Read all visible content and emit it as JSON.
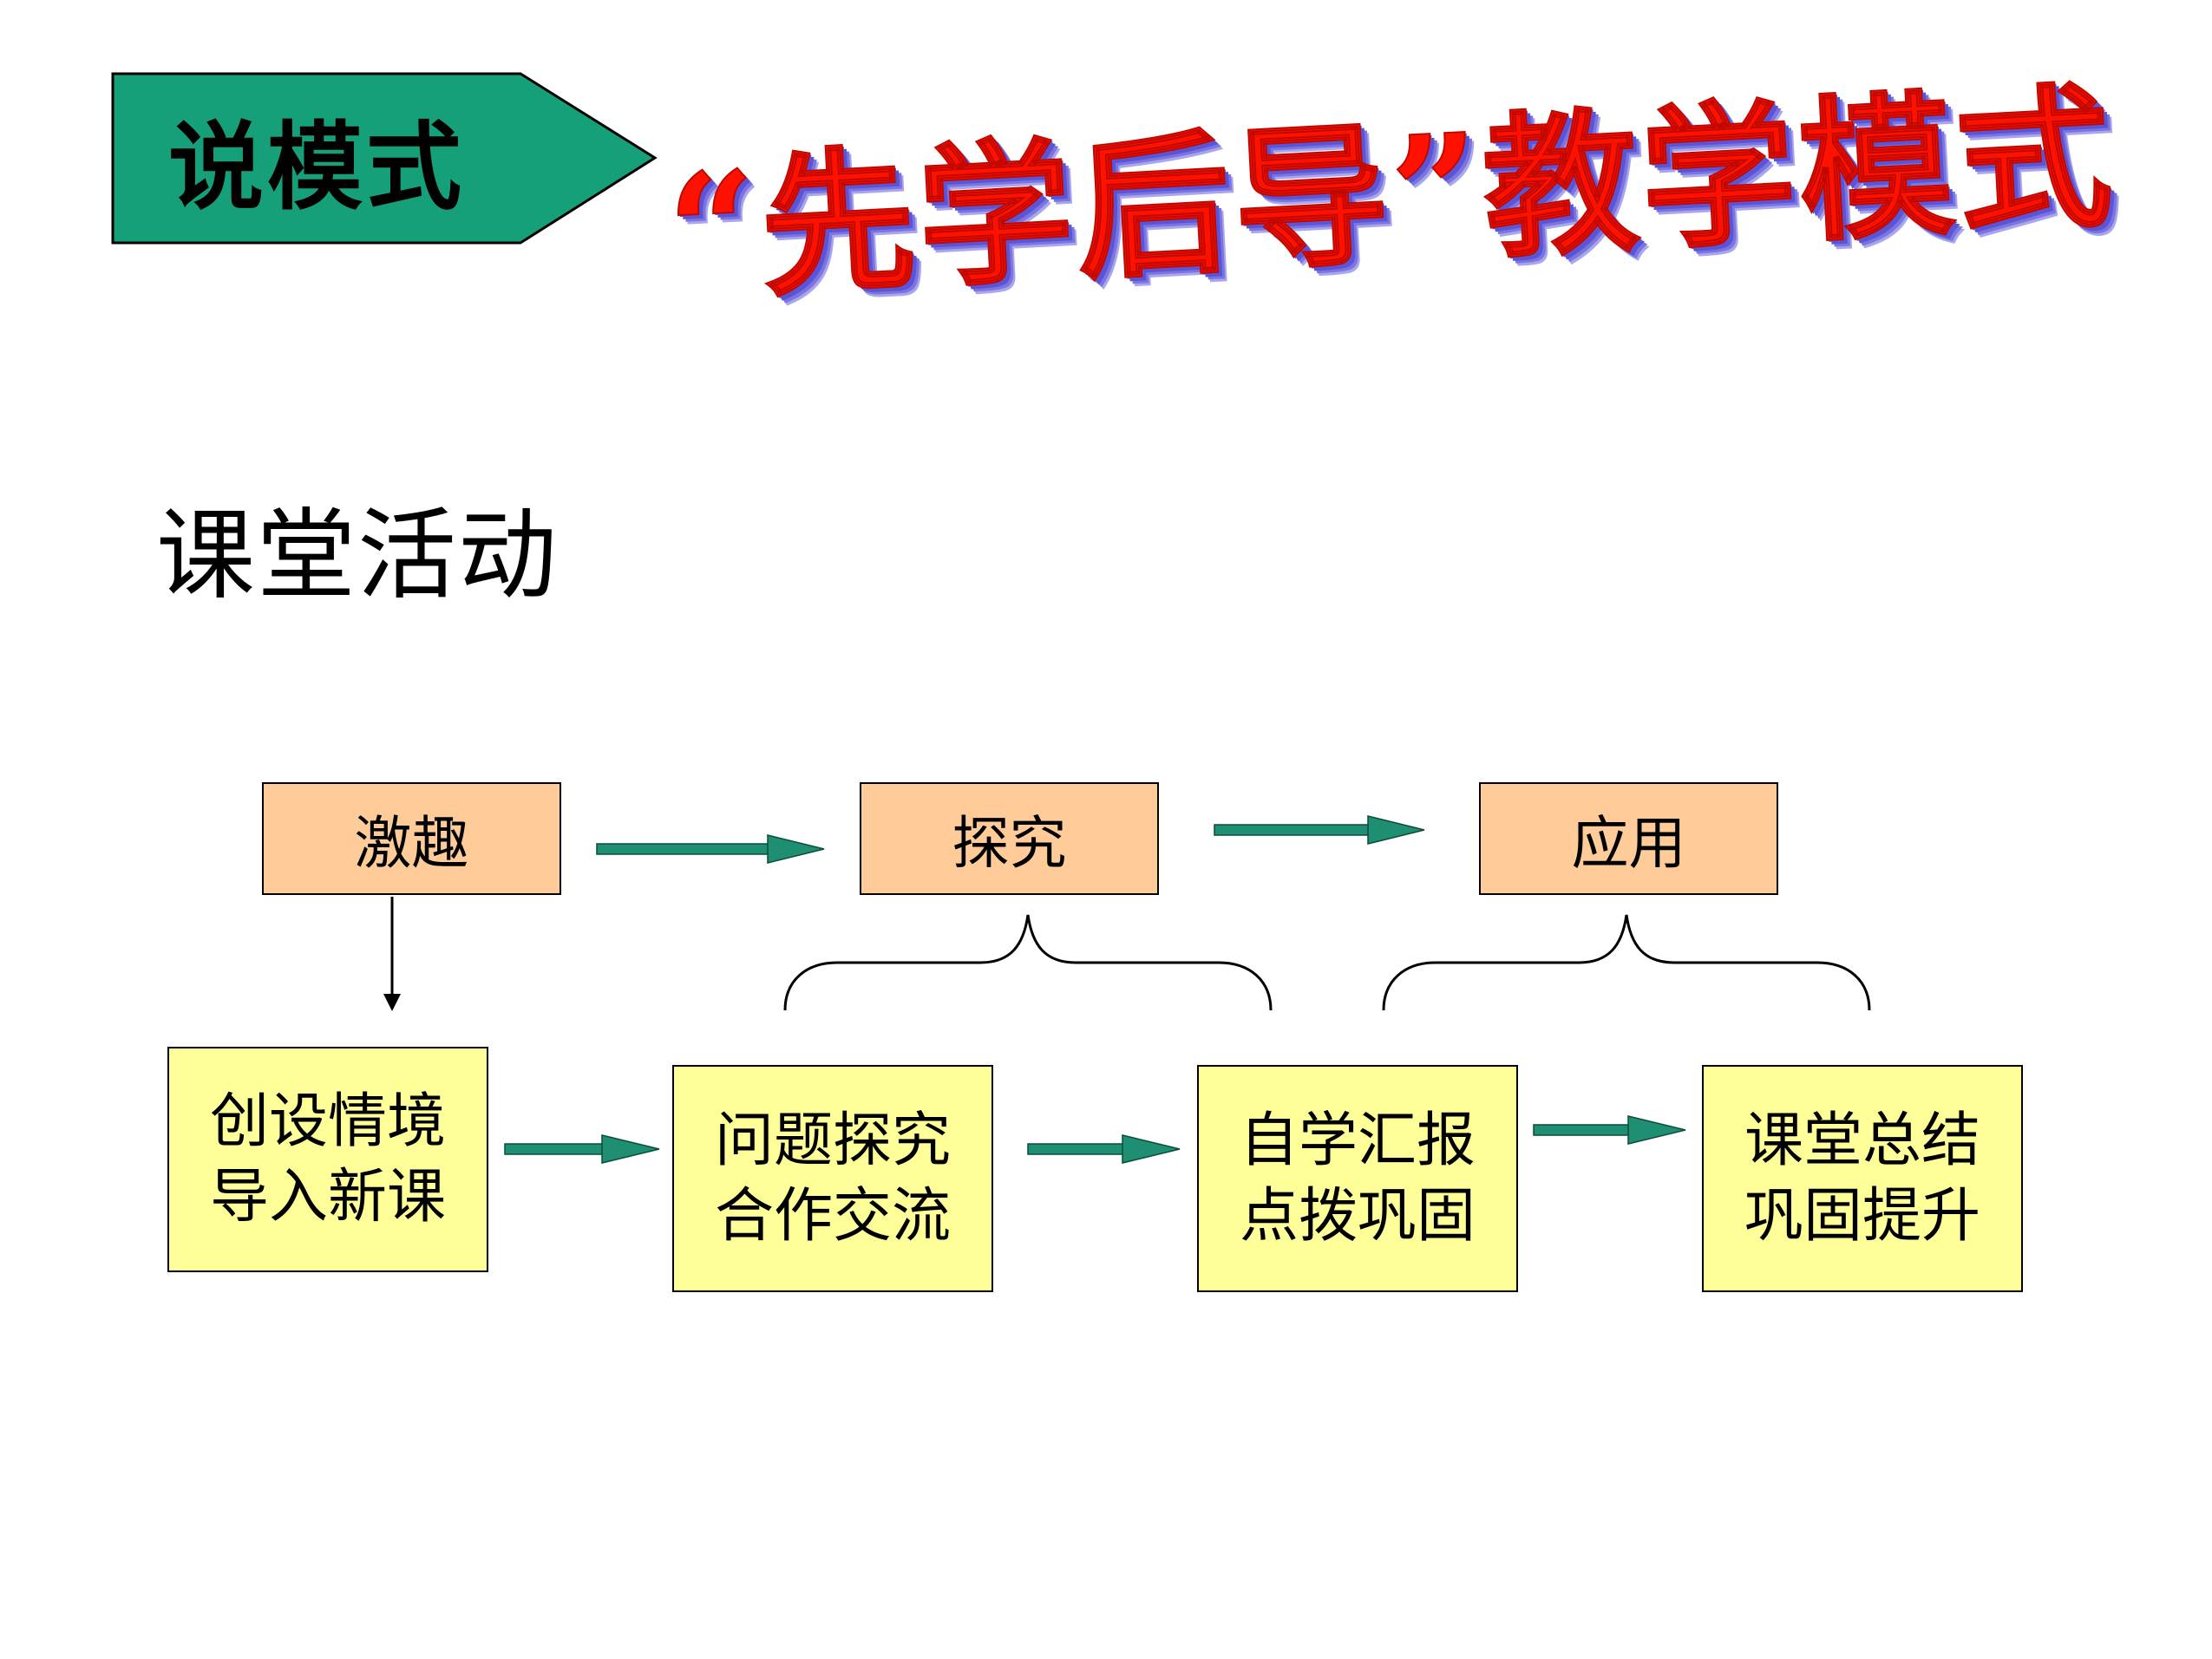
{
  "header": {
    "tag_label": "说模式",
    "main_title": "“先学后导”教学模式",
    "tag_color": "#16a07a",
    "title_color": "#ff1100"
  },
  "section_heading": "课堂活动",
  "stages": [
    {
      "label": "激趣"
    },
    {
      "label": "探究"
    },
    {
      "label": "应用"
    }
  ],
  "steps": [
    {
      "line1": "创设情境",
      "line2": "导入新课"
    },
    {
      "line1": "问题探究",
      "line2": "合作交流"
    },
    {
      "line1": "自学汇报",
      "line2": "点拨巩固"
    },
    {
      "line1": "课堂总结",
      "line2": "巩固提升"
    }
  ],
  "colors": {
    "stage_fill": "#ffcc99",
    "step_fill": "#ffff99",
    "arrow": "#1f8f74"
  }
}
